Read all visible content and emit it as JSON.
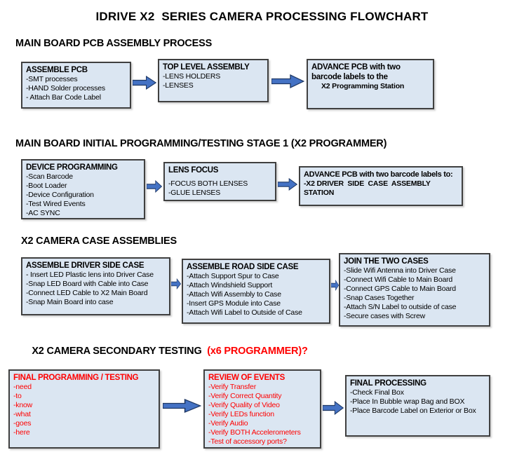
{
  "page": {
    "title": "IDRIVE X2  SERIES CAMERA PROCESSING FLOWCHART"
  },
  "colors": {
    "box_fill": "#dbe6f2",
    "box_border": "#404040",
    "arrow_fill": "#4472c4",
    "red_text": "#ff0000"
  },
  "sections": [
    {
      "heading": "MAIN BOARD PCB ASSEMBLY PROCESS",
      "boxes": [
        {
          "title": "ASSEMBLE PCB",
          "lines": [
            "-SMT processes",
            "-HAND Solder processes",
            "- Attach Bar Code Label"
          ]
        },
        {
          "title": "TOP LEVEL ASSEMBLY",
          "lines": [
            "-LENS HOLDERS",
            "-LENSES"
          ]
        },
        {
          "title": "ADVANCE PCB with two barcode labels to the",
          "lines": [
            "X2 Programming Station"
          ]
        }
      ]
    },
    {
      "heading": "MAIN BOARD INITIAL PROGRAMMING/TESTING STAGE 1 (X2 PROGRAMMER)",
      "boxes": [
        {
          "title": "DEVICE PROGRAMMING",
          "lines": [
            "-Scan Barcode",
            "-Boot Loader",
            "-Device Configuration",
            "-Test Wired Events",
            "-AC SYNC"
          ]
        },
        {
          "title": "LENS FOCUS",
          "lines": [
            "-FOCUS BOTH LENSES",
            "-GLUE LENSES"
          ]
        },
        {
          "title": "ADVANCE PCB with two barcode labels to:",
          "lines": [
            "-X2 DRIVER  SIDE  CASE  ASSEMBLY STATION"
          ]
        }
      ]
    },
    {
      "heading": "X2 CAMERA CASE ASSEMBLIES",
      "boxes": [
        {
          "title": "ASSEMBLE DRIVER SIDE CASE",
          "lines": [
            "- Insert LED Plastic lens into Driver Case",
            "-Snap LED Board with Cable into Case",
            "-Connect LED Cable to X2 Main Board",
            "-Snap Main Board into case"
          ]
        },
        {
          "title": "ASSEMBLE ROAD SIDE CASE",
          "lines": [
            "-Attach Support Spur to Case",
            "-Attach Windshield Support",
            "-Attach Wifi Assembly to Case",
            "-Insert GPS Module into Case",
            "-Attach Wifi Label to Outside of Case"
          ]
        },
        {
          "title": "JOIN THE TWO CASES",
          "lines": [
            "-Slide Wifi Antenna into Driver Case",
            "-Connect Wifi Cable to Main Board",
            "-Connect GPS Cable to Main Board",
            "-Snap Cases Together",
            "-Attach S/N Label to outside of case",
            "-Secure cases with Screw"
          ]
        }
      ]
    },
    {
      "heading": "X2 CAMERA SECONDARY TESTING",
      "heading_suffix": "  (x6 PROGRAMMER)?",
      "boxes": [
        {
          "title": "FINAL PROGRAMMING / TESTING",
          "lines": [
            "-need",
            "-to",
            "-know",
            "-what",
            "-goes",
            "-here"
          ]
        },
        {
          "title": "REVIEW OF EVENTS",
          "lines": [
            "-Verify Transfer",
            "-Verify Correct Quantity",
            "-Verify Quality of Video",
            "-Verify LEDs function",
            "-Verify Audio",
            "-Verify BOTH Accelerometers",
            "-Test of accessory ports?"
          ]
        },
        {
          "title": "FINAL PROCESSING",
          "lines": [
            "-Check Final Box",
            "-Place In Bubble wrap Bag and BOX",
            "-Place Barcode Label on Exterior or Box"
          ]
        }
      ]
    }
  ]
}
